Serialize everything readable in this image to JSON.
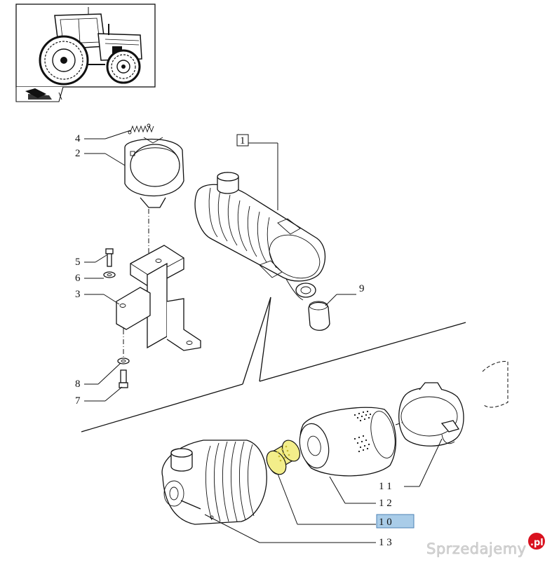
{
  "thumbnail": {
    "icon": "tractor-icon",
    "nav_icon": "arrow-book-icon"
  },
  "callouts": {
    "c1": "1",
    "c2": "2",
    "c3": "3",
    "c4": "4",
    "c5": "5",
    "c6": "6",
    "c7": "7",
    "c8": "8",
    "c9": "9",
    "c10": "1 0",
    "c11": "1 1",
    "c12": "1 2",
    "c13": "1 3"
  },
  "highlight": {
    "part": "1 0",
    "label_bg": "#a9cce8",
    "fill": "#f3ee8a"
  },
  "watermark": {
    "text": "Sprzedajemy",
    "badge": ".pl",
    "badge_color": "#d9121f"
  }
}
